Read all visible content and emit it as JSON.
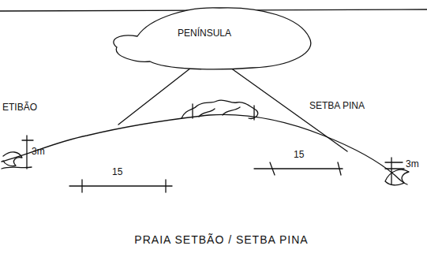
{
  "diagram": {
    "caption": "PRAIA SETBÃO / SETBA PINA",
    "nodes": [
      {
        "text": [
          "PENÍNSULA"
        ]
      }
    ],
    "labels": [
      "ETIBÃO",
      "SETBA PINA",
      "3m",
      "3m",
      "15",
      "15"
    ]
  }
}
